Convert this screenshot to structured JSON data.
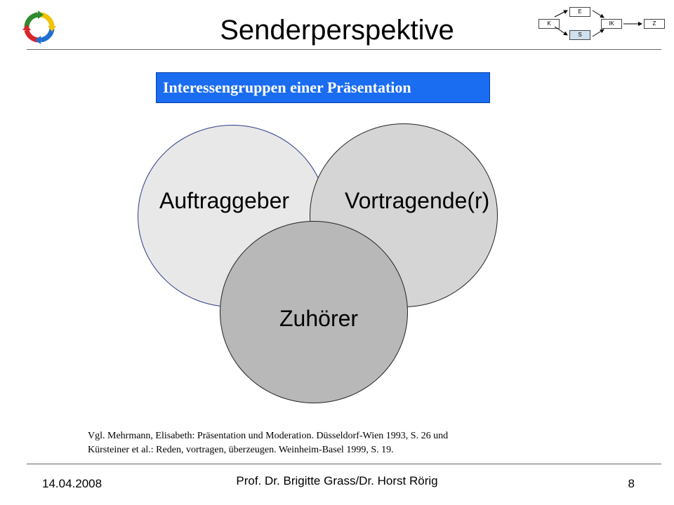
{
  "header": {
    "title": "Senderperspektive",
    "process": {
      "k": "K",
      "e": "E",
      "s": "S",
      "ik": "IK",
      "z": "Z"
    }
  },
  "banner": {
    "text": "Interessengruppen einer Präsentation"
  },
  "venn": {
    "sets": [
      "Auftraggeber",
      "Vortragende(r)",
      "Zuhörer"
    ],
    "fills": [
      "#e8e8e8",
      "#d5d5d5",
      "#b8b8b8"
    ]
  },
  "source": {
    "line1": "Vgl. Mehrmann, Elisabeth: Präsentation und Moderation. Düsseldorf-Wien 1993, S. 26 und",
    "line2": "Kürsteiner et al.: Reden, vortragen, überzeugen. Weinheim-Basel 1999, S. 19."
  },
  "footer": {
    "date": "14.04.2008",
    "authors": "Prof. Dr. Brigitte Grass/Dr. Horst Rörig",
    "page": "8"
  },
  "colors": {
    "banner": "#1a6cf0",
    "accent_stage": "#cfe0ee"
  }
}
